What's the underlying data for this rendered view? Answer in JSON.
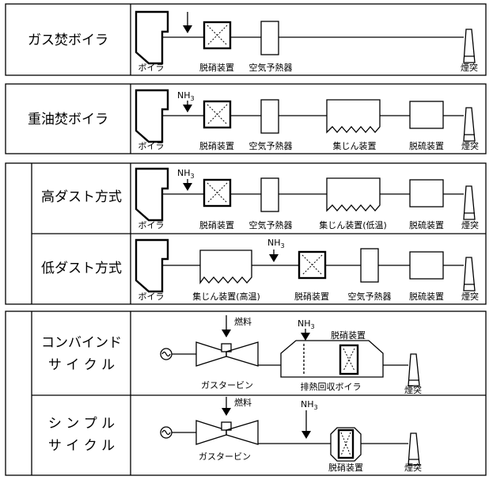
{
  "rows": {
    "gas": {
      "label": "ガス焚ボイラ",
      "captions": [
        "ボイラ",
        "脱硝装置",
        "空気予熱器",
        "煙突"
      ]
    },
    "oil": {
      "label": "重油焚ボイラ",
      "nh3": "NH",
      "captions": [
        "ボイラ",
        "脱硝装置",
        "空気予熱器",
        "集じん装置",
        "脱硫装置",
        "煙突"
      ]
    },
    "high_dust": {
      "label": "高ダスト方式",
      "nh3": "NH",
      "captions": [
        "ボイラ",
        "脱硝装置",
        "空気予熱器",
        "集じん装置(低温)",
        "脱硫装置",
        "煙突"
      ]
    },
    "low_dust": {
      "label": "低ダスト方式",
      "nh3": "NH",
      "captions": [
        "ボイラ",
        "集じん装置(高温)",
        "脱硝装置",
        "空気予熱器",
        "脱硫装置",
        "煙突"
      ]
    },
    "combined": {
      "label_line1": "コンバインド",
      "label_line2": "サ イ ク ル",
      "fuel": "燃料",
      "nh3": "NH",
      "denox": "脱硝装置",
      "captions": [
        "ガスタービン",
        "排熱回収ボイラ",
        "煙突"
      ]
    },
    "simple": {
      "label_line1": "シ ン プ ル",
      "label_line2": "サ イ ク ル",
      "fuel": "燃料",
      "nh3": "NH",
      "captions": [
        "ガスタービン",
        "脱硝装置",
        "煙突"
      ]
    }
  },
  "subscript_3": "3"
}
